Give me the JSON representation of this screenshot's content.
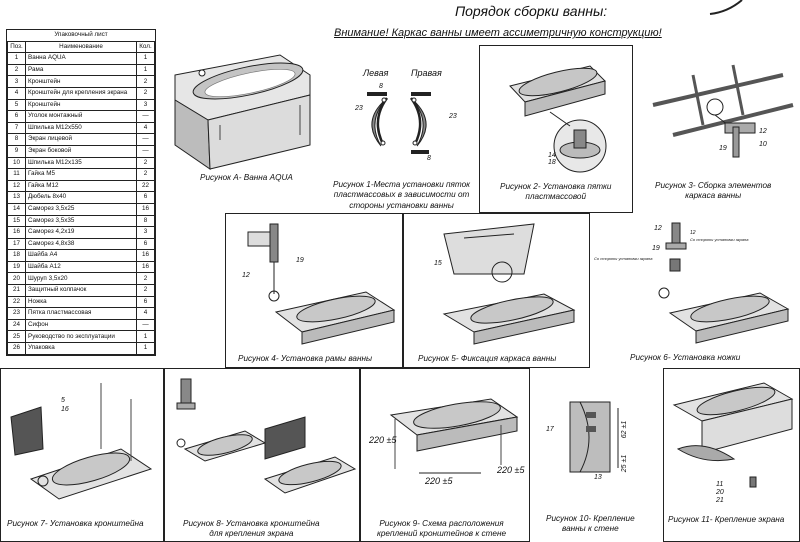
{
  "title": "Порядок сборки ванны:",
  "warning": "Внимание! Каркас ванны имеет ассиметричную конструкцию!",
  "packing_list": {
    "title": "Упаковочный лист",
    "headers": {
      "pos": "Поз.",
      "name": "Наименование",
      "qty": "Кол."
    },
    "rows": [
      {
        "pos": "1",
        "name": "Ванна  AQUA",
        "qty": "1"
      },
      {
        "pos": "2",
        "name": "Рама",
        "qty": "1"
      },
      {
        "pos": "3",
        "name": "Кронштейн",
        "qty": "2"
      },
      {
        "pos": "4",
        "name": "Кронштейн для крепления экрана",
        "qty": "2"
      },
      {
        "pos": "5",
        "name": "Кронштейн",
        "qty": "3"
      },
      {
        "pos": "6",
        "name": "Уголок монтажный",
        "qty": "—"
      },
      {
        "pos": "7",
        "name": "Шпилька М12х550",
        "qty": "4"
      },
      {
        "pos": "8",
        "name": "Экран лицевой",
        "qty": "—"
      },
      {
        "pos": "9",
        "name": "Экран боковой",
        "qty": "—"
      },
      {
        "pos": "10",
        "name": "Шпилька М12х135",
        "qty": "2"
      },
      {
        "pos": "11",
        "name": "Гайка М5",
        "qty": "2"
      },
      {
        "pos": "12",
        "name": "Гайка М12",
        "qty": "22"
      },
      {
        "pos": "13",
        "name": "Дюбель 8х40",
        "qty": "6"
      },
      {
        "pos": "14",
        "name": "Саморез  3,5х25",
        "qty": "16"
      },
      {
        "pos": "15",
        "name": "Саморез  3,5х35",
        "qty": "8"
      },
      {
        "pos": "16",
        "name": "Саморез  4,2х19",
        "qty": "3"
      },
      {
        "pos": "17",
        "name": "Саморез  4,8х38",
        "qty": "6"
      },
      {
        "pos": "18",
        "name": "Шайба А4",
        "qty": "16"
      },
      {
        "pos": "19",
        "name": "Шайба А12",
        "qty": "16"
      },
      {
        "pos": "20",
        "name": "Шуруп  3,5х20",
        "qty": "2"
      },
      {
        "pos": "21",
        "name": "Защитный колпачок",
        "qty": "2"
      },
      {
        "pos": "22",
        "name": "Ножка",
        "qty": "6"
      },
      {
        "pos": "23",
        "name": "Пятка пластмассовая",
        "qty": "4"
      },
      {
        "pos": "24",
        "name": "Сифон",
        "qty": "—"
      },
      {
        "pos": "25",
        "name": "Руководство по эксплуатации",
        "qty": "1"
      },
      {
        "pos": "26",
        "name": "Упаковка",
        "qty": "1"
      }
    ]
  },
  "figures": {
    "fig_a": "Рисунок А- Ванна AQUA",
    "fig_1_line1": "Рисунок 1-Места установки пяток",
    "fig_1_line2": "пластмассовых в зависимости от",
    "fig_1_line3": "стороны установки ванны",
    "fig_2_line1": "Рисунок 2- Установка пятки",
    "fig_2_line2": "пластмассовой",
    "fig_3_line1": "Рисунок 3- Сборка элементов",
    "fig_3_line2": "каркаса ванны",
    "fig_4": "Рисунок 4- Установка рамы ванны",
    "fig_5": "Рисунок 5- Фиксация  каркаса ванны",
    "fig_6": "Рисунок 6- Установка ножки",
    "fig_7": "Рисунок 7- Установка  кронштейна",
    "fig_8_line1": "Рисунок 8- Установка  кронштейна",
    "fig_8_line2": "для  крепления экрана",
    "fig_9_line1": "Рисунок 9- Схема расположения",
    "fig_9_line2": "креплений  кронштейнов  к стене",
    "fig_10_line1": "Рисунок 10- Крепление",
    "fig_10_line2": "ванны  к стене",
    "fig_11": "Рисунок 11- Крепление экрана"
  },
  "labels": {
    "left": "Левая",
    "right": "Правая",
    "n8": "8",
    "n23": "23",
    "n14": "14",
    "n18": "18",
    "n12": "12",
    "n10": "10",
    "n19": "19",
    "n15": "15",
    "n5": "5",
    "n16": "16",
    "n17": "17",
    "n13": "13",
    "n11": "11",
    "n20": "20",
    "n21": "21",
    "dim220a": "220 ±5",
    "dim220b": "220 ±5",
    "dim220c": "220 ±5",
    "dim62": "62 ±1",
    "dim25": "25 ±1",
    "wall_side_a": "Со стороны установки экрана",
    "wall_side_b": "Со стороны установки экрана"
  },
  "colors": {
    "line": "#222222",
    "tub_light": "#e6e6e6",
    "tub_mid": "#c4c4c4",
    "tub_dark": "#8f8f8f"
  }
}
